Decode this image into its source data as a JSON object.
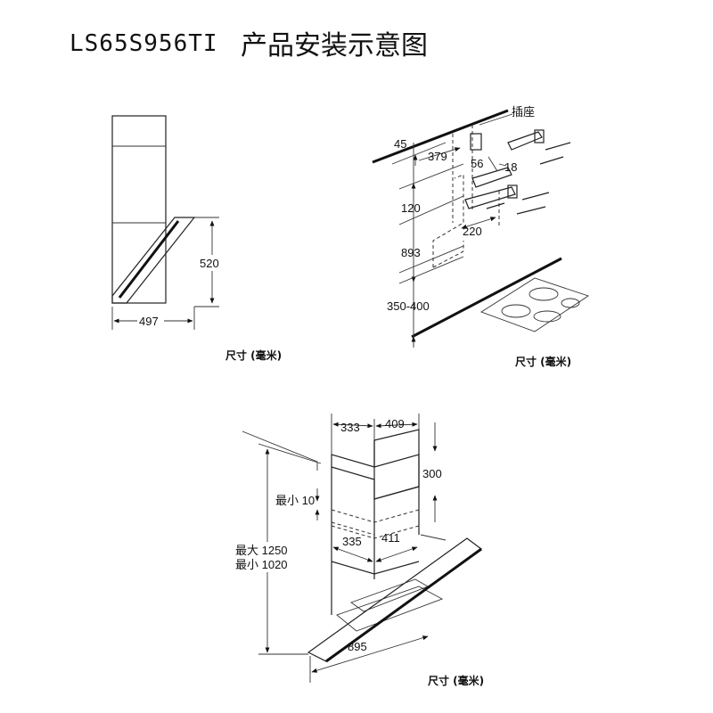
{
  "header": {
    "model": "LS65S956TI",
    "title": "产品安装示意图"
  },
  "side_view": {
    "dims": {
      "height": "520",
      "depth": "497"
    },
    "caption": "尺寸 (毫米)"
  },
  "wall_mount": {
    "label_socket": "插座",
    "dims": {
      "d45": "45",
      "d379": "379",
      "d56": "56",
      "d18": "18",
      "d120": "120",
      "d220": "220",
      "d893": "893",
      "d350_400": "350-400"
    },
    "caption": "尺寸 (毫米)"
  },
  "front_view": {
    "dims": {
      "d333": "333",
      "d409": "409",
      "d300": "300",
      "min10": "最小 10",
      "d335": "335",
      "d411": "411",
      "max1250": "最大 1250",
      "min1020": "最小 1020",
      "d895": "895"
    },
    "caption": "尺寸 (毫米)"
  }
}
